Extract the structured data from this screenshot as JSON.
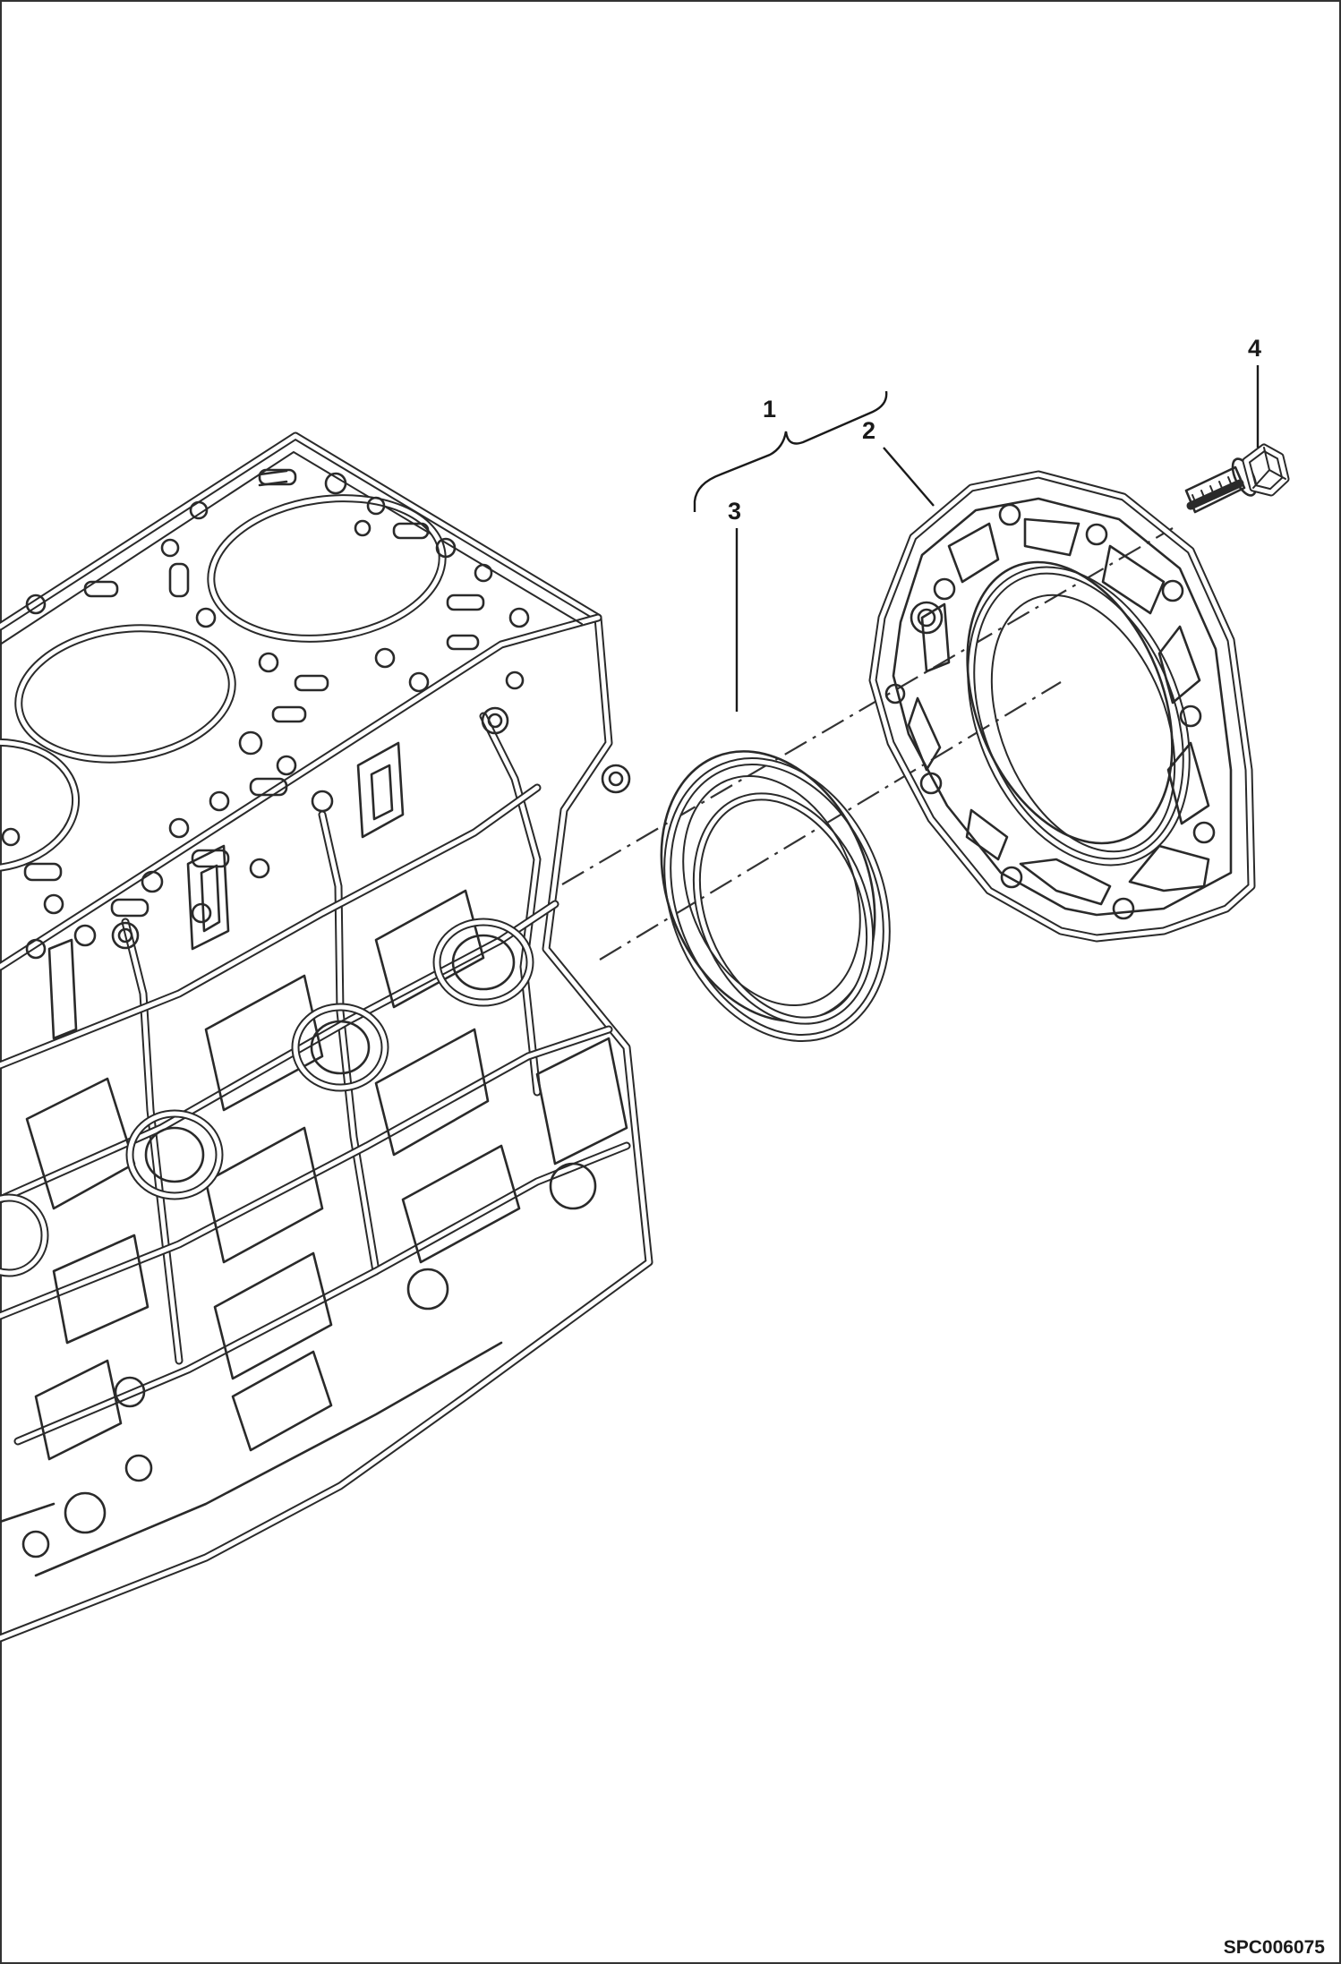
{
  "callouts": {
    "c1": "1",
    "c2": "2",
    "c3": "3",
    "c4": "4"
  },
  "drawing_ref": "SPC006075",
  "colors": {
    "line": "#2a2a2a",
    "background": "#ffffff"
  }
}
